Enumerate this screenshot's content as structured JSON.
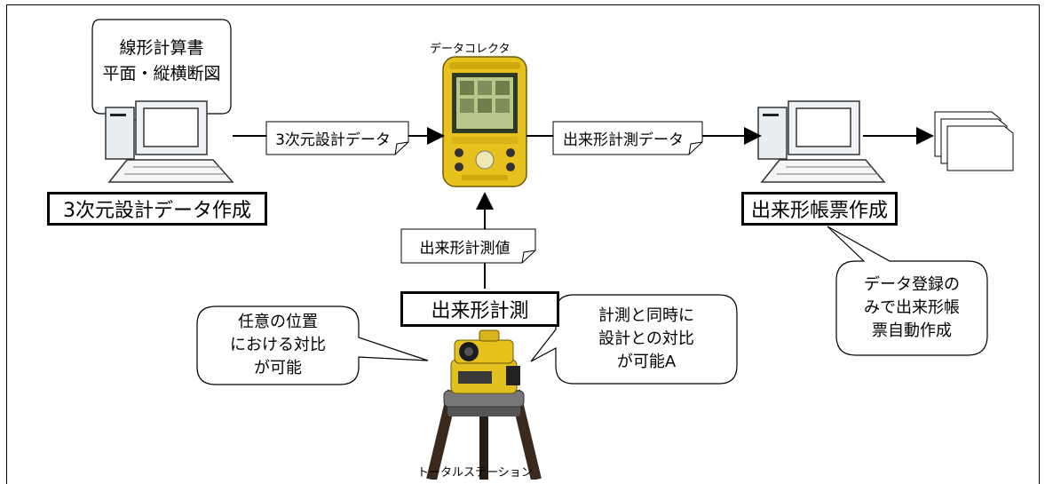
{
  "doc_box": {
    "line1": "線形計算書",
    "line2": "平面・縦横断図"
  },
  "labels": {
    "design_data_creation": "3次元設計データ作成",
    "design_data": "3次元設計データ",
    "data_collector": "データコレクタ",
    "measured_data": "出来形計測データ",
    "report_creation": "出来形帳票作成",
    "measured_values": "出来形計測値",
    "measurement": "出来形計測",
    "total_station": "トータルステーション"
  },
  "bubbles": {
    "left": [
      "任意の位置",
      "における対比",
      "が可能"
    ],
    "center": [
      "計測と同時に",
      "設計との対比",
      "が可能A"
    ],
    "right": [
      "データ登録の",
      "みで出来形帳",
      "票自動作成"
    ]
  },
  "colors": {
    "device_yellow": "#e8c21c",
    "screen_green": "#b8c78a",
    "tripod": "#3a2a1e"
  }
}
